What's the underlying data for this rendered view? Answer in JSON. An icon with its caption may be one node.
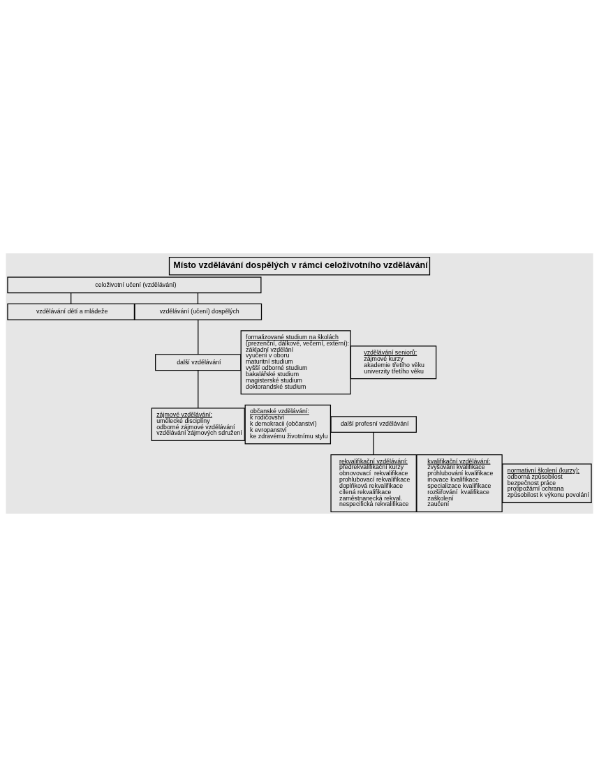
{
  "diagram": {
    "title": "Místo vzdělávání dospělých v rámci celoživotního vzdělávání",
    "nodes": [
      {
        "text": [
          "celoživotní učení (vzdělávání)"
        ]
      },
      {
        "text": [
          "vzdělávání dětí a mládeže"
        ]
      },
      {
        "text": [
          "vzdělávání (učení) dospělých"
        ]
      },
      {
        "text": [
          "formalizované studium na školách",
          "(prezenční, dálkové, večerní, externí):",
          "základní vzdělání",
          "vyučení v oboru",
          "maturitní studium",
          "vyšší odborné studium",
          "bakalářské studium",
          "magisterské studium",
          "doktorandské studium"
        ]
      },
      {
        "text": [
          "další vzdělávání"
        ]
      },
      {
        "text": [
          "vzdělávání seniorů:",
          "zájmové kurzy",
          "akademie třetího věku",
          "univerzity třetího věku"
        ]
      },
      {
        "text": [
          "občanské vzdělávání:",
          "k rodičovství",
          "k demokracii (občanství)",
          "k evropanství",
          "ke zdravému životnímu stylu"
        ]
      },
      {
        "text": [
          "zájmové vzdělávání:",
          "umělecké disciplíny",
          "odborné zájmové vzdělávání",
          "vzdělávání zájmových sdružení"
        ]
      },
      {
        "text": [
          "další profesní vzdělávání"
        ]
      },
      {
        "text": [
          "kvalifikační vzdělávání:",
          "zvyšování kvalifikace",
          "prohlubování kvalifikace",
          "inovace kvalifikace",
          "specializace kvalifikace",
          "rozšiřování  kvalifikace",
          "zaškolení",
          "zaučení"
        ]
      },
      {
        "text": [
          "rekvalifikační vzdělávání:",
          "předrekvalifikační kurzy",
          "obnovovací  rekvalifikace",
          "prohlubovací rekvalifikace",
          "doplňková rekvalifikace",
          "cílená rekvalifikace",
          "zaměstnanecká rekval.",
          "nespecifická rekvalifikace"
        ]
      },
      {
        "text": [
          "normativní školení (kurzy):",
          "odborná způsobilost",
          "bezpečnost práce",
          "protipožární ochrana",
          "způsobilost k výkonu povolání"
        ]
      }
    ],
    "edges": [
      {
        "from": 0,
        "to": 1,
        "arrow": "none"
      },
      {
        "from": 0,
        "to": 2,
        "arrow": "none"
      },
      {
        "from": 2,
        "to": 4,
        "arrow": "none"
      },
      {
        "from": 4,
        "to": 7,
        "arrow": "none"
      },
      {
        "from": 8,
        "to": 10,
        "arrow": "none"
      }
    ]
  }
}
